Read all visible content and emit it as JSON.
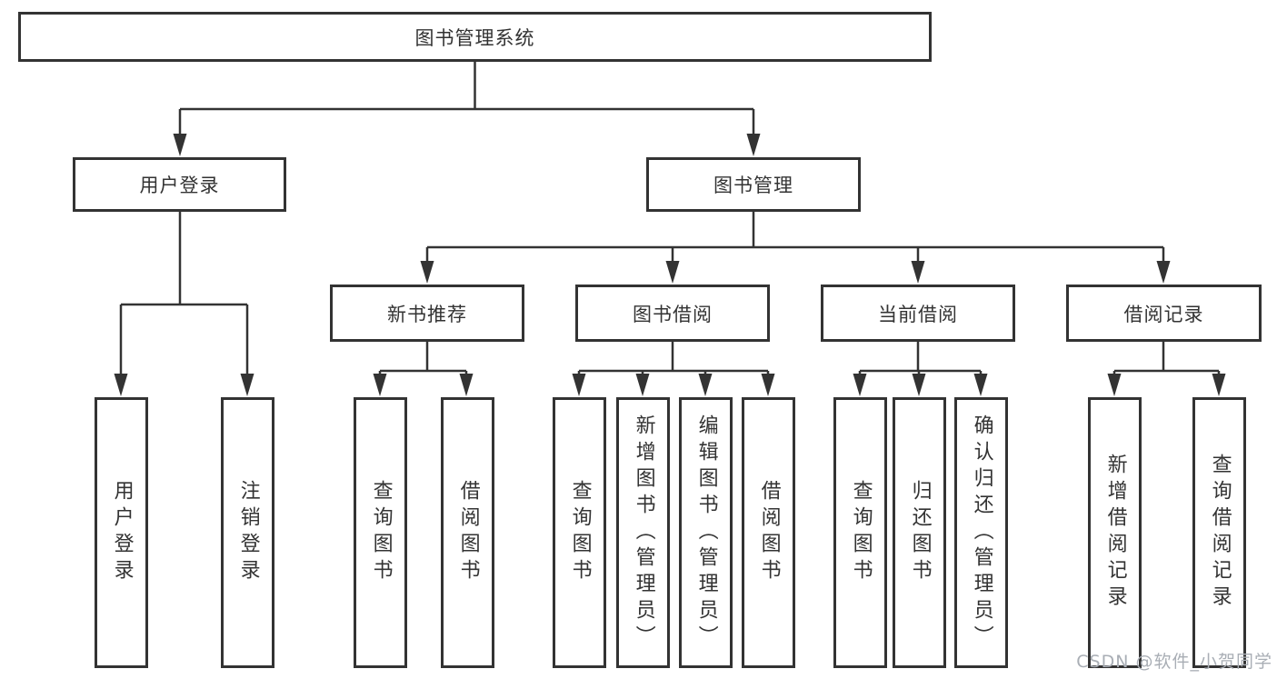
{
  "diagram": {
    "root": {
      "label": "图书管理系统"
    },
    "level2": [
      {
        "label": "用户登录"
      },
      {
        "label": "图书管理"
      }
    ],
    "level3": [
      {
        "label": "新书推荐",
        "parent": "图书管理"
      },
      {
        "label": "图书借阅",
        "parent": "图书管理"
      },
      {
        "label": "当前借阅",
        "parent": "图书管理"
      },
      {
        "label": "借阅记录",
        "parent": "图书管理"
      }
    ],
    "leaves": [
      {
        "label": "用户登录",
        "parent": "用户登录"
      },
      {
        "label": "注销登录",
        "parent": "用户登录"
      },
      {
        "label": "查询图书",
        "parent": "新书推荐"
      },
      {
        "label": "借阅图书",
        "parent": "新书推荐"
      },
      {
        "label": "查询图书",
        "parent": "图书借阅"
      },
      {
        "label": "新增图书（管理员）",
        "parent": "图书借阅"
      },
      {
        "label": "编辑图书（管理员）",
        "parent": "图书借阅"
      },
      {
        "label": "借阅图书",
        "parent": "图书借阅"
      },
      {
        "label": "查询图书",
        "parent": "当前借阅"
      },
      {
        "label": "归还图书",
        "parent": "当前借阅"
      },
      {
        "label": "确认归还（管理员）",
        "parent": "当前借阅"
      },
      {
        "label": "新增借阅记录",
        "parent": "借阅记录"
      },
      {
        "label": "查询借阅记录",
        "parent": "借阅记录"
      }
    ],
    "colors": {
      "line": "#333333",
      "text": "#333333",
      "background": "#ffffff",
      "watermark": "#a9aeb5"
    }
  },
  "watermark": {
    "text": "CSDN @软件_小贺同学"
  }
}
